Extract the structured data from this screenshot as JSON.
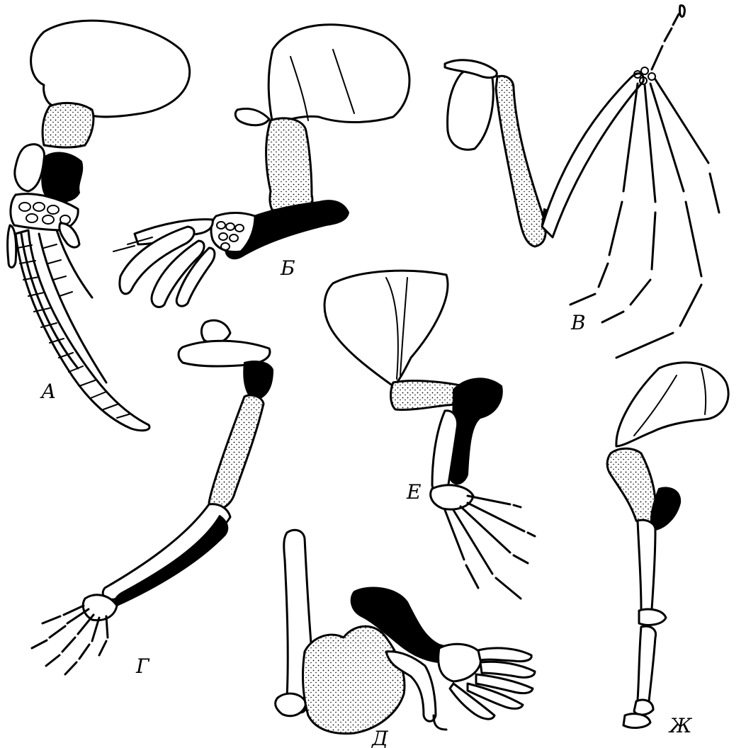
{
  "figure": {
    "panels": [
      {
        "id": "A",
        "label": "А"
      },
      {
        "id": "B",
        "label": "Б"
      },
      {
        "id": "V",
        "label": "В"
      },
      {
        "id": "G",
        "label": "Г"
      },
      {
        "id": "D",
        "label": "Д"
      },
      {
        "id": "E",
        "label": "Е"
      },
      {
        "id": "Zh",
        "label": "Ж"
      }
    ]
  },
  "legend_colors": {
    "line": "#000000",
    "paper": "#ffffff",
    "stipple_dot": "#000000"
  }
}
